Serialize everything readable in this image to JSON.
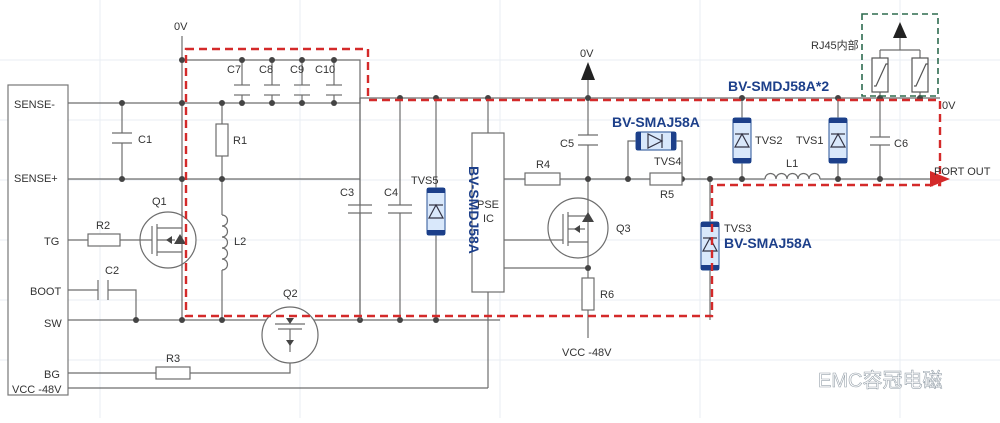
{
  "labels": {
    "zero_v_top": "0V",
    "zero_v_right": "0V",
    "zero_v_mid": "0V",
    "rj45": "RJ45内部",
    "port_out": "PORT OUT",
    "vcc_bottom": "VCC -48V"
  },
  "connector_pins": [
    "SENSE-",
    "SENSE+",
    "TG",
    "BOOT",
    "SW",
    "BG",
    "VCC -48V"
  ],
  "components": {
    "C1": "C1",
    "C2": "C2",
    "C3": "C3",
    "C4": "C4",
    "C5": "C5",
    "C6": "C6",
    "C7": "C7",
    "C8": "C8",
    "C9": "C9",
    "C10": "C10",
    "R1": "R1",
    "R2": "R2",
    "R3": "R3",
    "R4": "R4",
    "R5": "R5",
    "R6": "R6",
    "L1": "L1",
    "L2": "L2",
    "Q1": "Q1",
    "Q2": "Q2",
    "Q3": "Q3",
    "TVS1": "TVS1",
    "TVS2": "TVS2",
    "TVS3": "TVS3",
    "TVS4": "TVS4",
    "TVS5": "TVS5",
    "pse_line1": "PSE",
    "pse_line2": "IC"
  },
  "callouts": {
    "smaj_top": "BV-SMAJ58A",
    "smdj_pair": "BV-SMDJ58A*2",
    "smaj_right": "BV-SMAJ58A",
    "smdj_vertical": "BV-SMDJ58A"
  },
  "watermark": "EMC容冠电磁",
  "colors": {
    "wire": "#6d6d6d",
    "protection_outline": "#d42a2a",
    "rj45_outline": "#2e6b4f",
    "callout_text": "#1c3f8a",
    "tvs_body": "#d9e8fb"
  },
  "icons": [
    "ground-arrow-icon",
    "port-out-arrow-icon",
    "wechat-icon"
  ]
}
